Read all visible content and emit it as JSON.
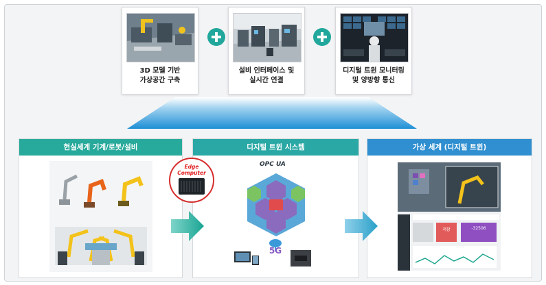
{
  "top_cards": [
    {
      "caption_line1": "3D 모델 기반",
      "caption_line2": "가상공간 구축"
    },
    {
      "caption_line1": "설비 인터페이스 및",
      "caption_line2": "실시간 연결"
    },
    {
      "caption_line1": "디지털 트윈 모니터링",
      "caption_line2": "및 양방향 통신"
    }
  ],
  "panels": [
    {
      "title": "현실세계 기계/로봇/설비",
      "color": "#27a99b"
    },
    {
      "title": "디지털 트윈 시스템",
      "color": "#2aa8a5"
    },
    {
      "title": "가상 세계 (디지털 트윈)",
      "color": "#2f8fd0"
    }
  ],
  "edge_computer": {
    "line1": "Edge",
    "line2": "Computer"
  },
  "system": {
    "opc_label": "OPC UA",
    "network_label": "5G"
  },
  "dashboard": {
    "value_left": "저장",
    "value_right": "-32506"
  },
  "colors": {
    "teal": "#21a79c",
    "blue": "#2f8fd0",
    "robot_orange": "#e8641b",
    "robot_yellow": "#f3c21b"
  }
}
